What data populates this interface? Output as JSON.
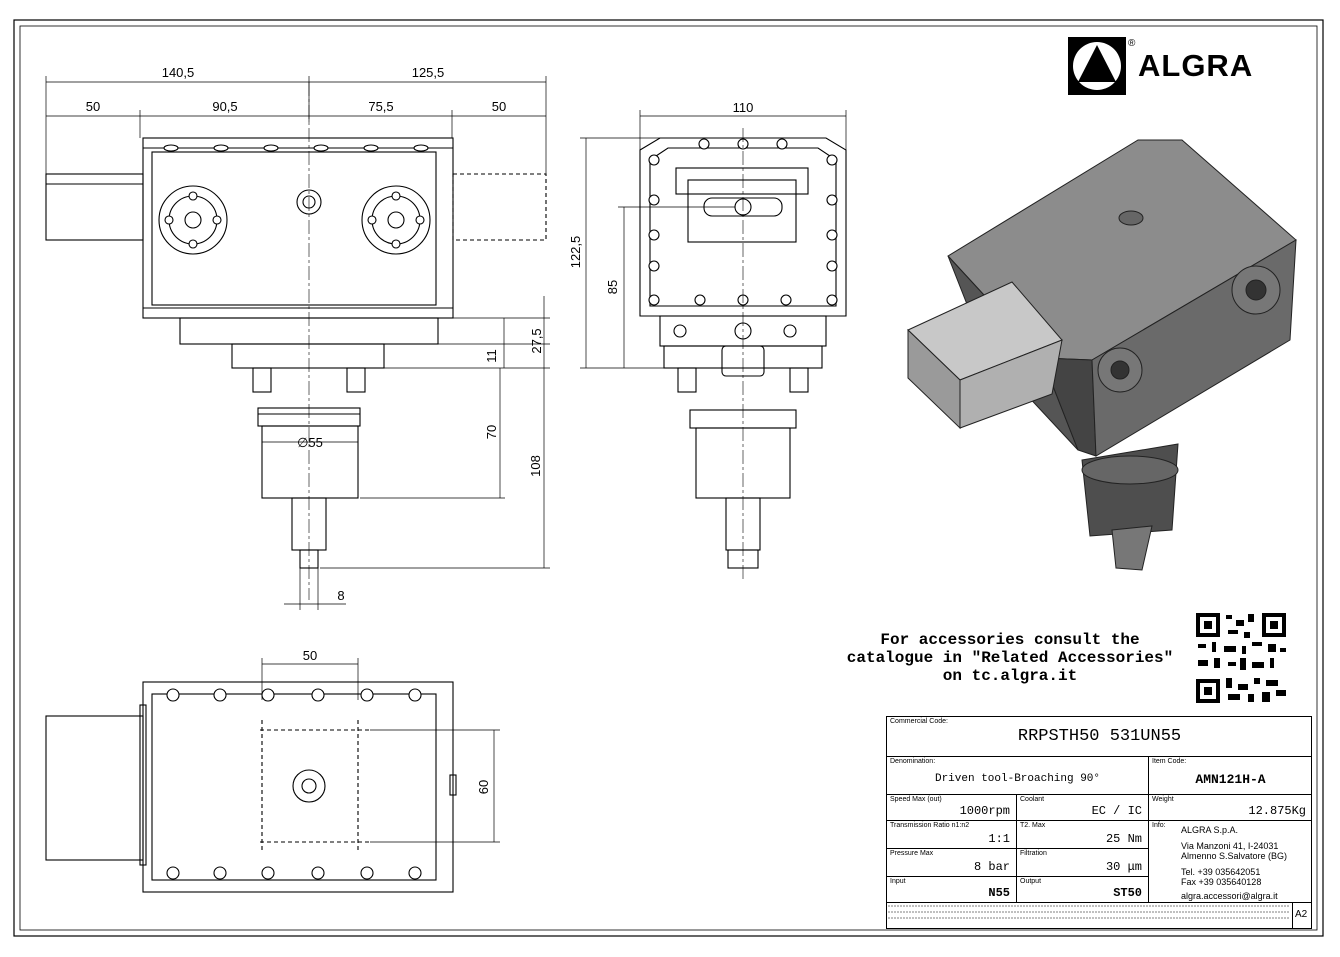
{
  "brand": {
    "name": "ALGRA",
    "registered": "®"
  },
  "dimensions": {
    "top_total_left": "140,5",
    "top_total_right": "125,5",
    "top_50_left": "50",
    "top_90_5": "90,5",
    "top_75_5": "75,5",
    "top_50_right": "50",
    "side_27_5": "27,5",
    "side_11": "11",
    "side_70": "70",
    "side_108": "108",
    "diam_55": "∅55",
    "shank_8": "8",
    "front_110": "110",
    "front_122_5": "122,5",
    "front_85": "85",
    "bottom_50": "50",
    "bottom_60": "60"
  },
  "accessories_note": {
    "line1": "For accessories consult the",
    "line2": "catalogue in \"Related Accessories\"",
    "line3": "on tc.algra.it"
  },
  "title_block": {
    "commercial_code_label": "Commercial Code:",
    "commercial_code": "RRPSTH50 531UN55",
    "denomination_label": "Denomination:",
    "denomination": "Driven tool-Broaching 90°",
    "item_code_label": "Item Code:",
    "item_code": "AMN121H-A",
    "speed_label": "Speed Max (out)",
    "speed": "1000rpm",
    "coolant_label": "Coolant",
    "coolant": "EC / IC",
    "weight_label": "Weight",
    "weight": "12.875Kg",
    "ratio_label": "Transmission Ratio n1:n2",
    "ratio": "1:1",
    "torque_label": "T2. Max",
    "torque": "25 Nm",
    "pressure_label": "Pressure Max",
    "pressure": "8 bar",
    "filtration_label": "Filtration",
    "filtration": "30 μm",
    "input_label": "Input",
    "input": "N55",
    "output_label": "Output",
    "output": "ST50",
    "info_label": "Info:",
    "company": "ALGRA S.p.A.",
    "address1": "Via Manzoni 41, I-24031",
    "address2": "Almenno S.Salvatore (BG)",
    "tel": "Tel. +39 035642051",
    "fax": "Fax +39 035640128",
    "email": "algra.accessori@algra.it",
    "sheet_size": "A2"
  }
}
